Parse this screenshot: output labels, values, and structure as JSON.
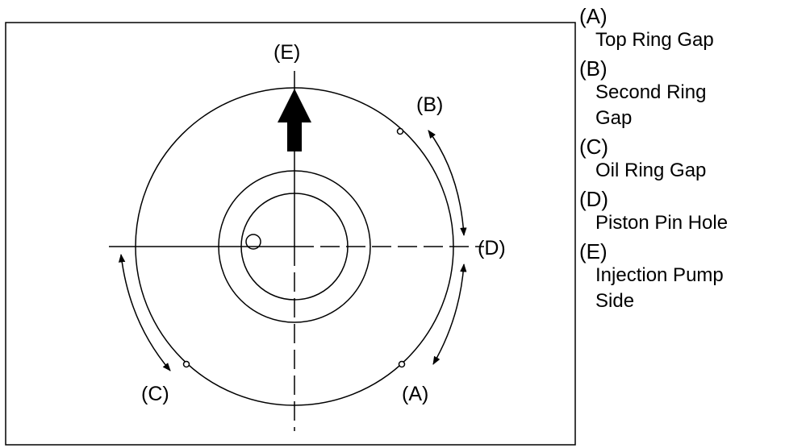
{
  "callouts": {
    "a": "(A)",
    "b": "(B)",
    "c": "(C)",
    "d": "(D)",
    "e": "(E)"
  },
  "legend": [
    {
      "letter": "(A)",
      "lines": [
        "Top Ring Gap"
      ]
    },
    {
      "letter": "(B)",
      "lines": [
        "Second Ring",
        "Gap"
      ]
    },
    {
      "letter": "(C)",
      "lines": [
        "Oil Ring Gap"
      ]
    },
    {
      "letter": "(D)",
      "lines": [
        "Piston Pin Hole"
      ]
    },
    {
      "letter": "(E)",
      "lines": [
        "Injection Pump",
        "Side"
      ]
    }
  ],
  "colors": {
    "line": "#000000",
    "background": "#ffffff"
  }
}
